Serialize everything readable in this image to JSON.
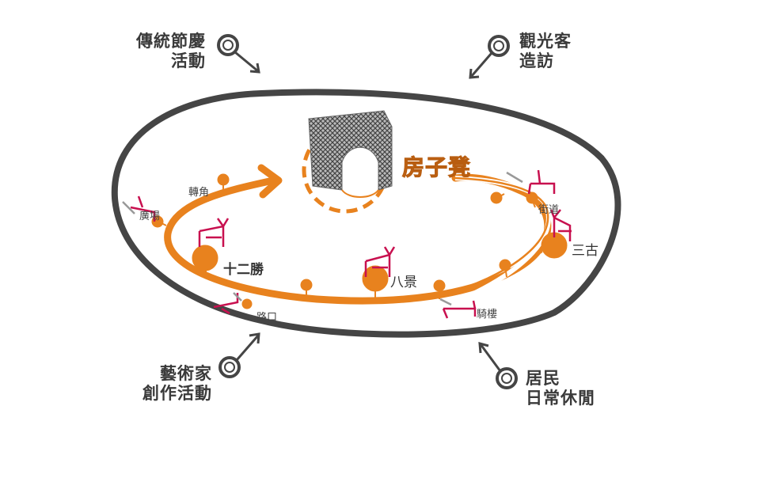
{
  "title": "房子凳",
  "corners": {
    "top_left": {
      "line1": "傳統節慶",
      "line2": "活動"
    },
    "top_right": {
      "line1": "觀光客",
      "line2": "造訪"
    },
    "bottom_left": {
      "line1": "藝術家",
      "line2": "創作活動"
    },
    "bottom_right": {
      "line1": "居民",
      "line2": "日常休閒"
    }
  },
  "places": {
    "corner_turn": "轉角",
    "plaza": "廣場",
    "intersection": "路口",
    "arcade": "騎樓",
    "street": "街道"
  },
  "nodes": {
    "shierSheng": "十二勝",
    "baJing": "八景",
    "sanGu": "三古"
  },
  "colors": {
    "accent": "#e8821e",
    "outline": "#454545",
    "deer": "#c8104f"
  }
}
